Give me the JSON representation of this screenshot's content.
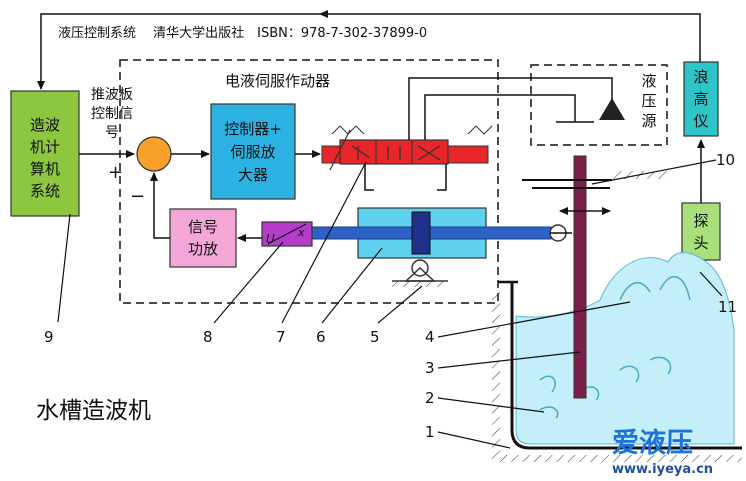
{
  "header": {
    "source_text": "液压控制系统　 清华大学出版社　ISBN：978-7-302-37899-0"
  },
  "blocks": {
    "computer": [
      "造波",
      "机计",
      "算机",
      "系统"
    ],
    "pusher_signal": [
      "推波板",
      "控制信",
      "号"
    ],
    "servo_title": "电液伺服作动器",
    "controller": [
      "控制器+",
      "伺服放",
      "大器"
    ],
    "power_amp": [
      "信号",
      "功放"
    ],
    "hydraulic_source": [
      "液",
      "压",
      "源"
    ],
    "wave_meter": [
      "浪",
      "高",
      "仪"
    ],
    "probe": [
      "探",
      "头"
    ]
  },
  "symbols": {
    "plus": "+",
    "minus": "−",
    "sensor_u": "U",
    "sensor_x": "x"
  },
  "numbers": [
    "1",
    "2",
    "3",
    "4",
    "5",
    "6",
    "7",
    "8",
    "9",
    "10",
    "11"
  ],
  "caption": "水槽造波机",
  "watermark": {
    "brand": "爱液压",
    "url": "www.iyeya.cn"
  },
  "colors": {
    "computer_fill": "#8dc63f",
    "controller_fill": "#2bb2e3",
    "summing_fill": "#f7a12c",
    "power_amp_fill": "#f4a6d7",
    "wave_meter_fill": "#2ec4c8",
    "probe_fill": "#a9e07c",
    "valve_fill": "#e8262a",
    "cylinder_fill": "#5fd0ee",
    "rod_fill": "#2d63c7",
    "sensor_fill": "#b43cc8",
    "paddle_fill": "#7a2047",
    "water_fill": "#c4eef8"
  }
}
